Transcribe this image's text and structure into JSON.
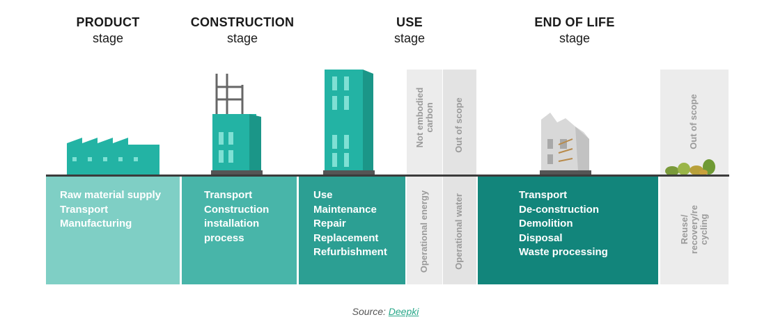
{
  "stages": [
    {
      "title": "PRODUCT",
      "subtitle": "stage"
    },
    {
      "title": "CONSTRUCTION",
      "subtitle": "stage"
    },
    {
      "title": "USE",
      "subtitle": "stage"
    },
    {
      "title": "END OF LIFE",
      "subtitle": "stage"
    }
  ],
  "boxes": {
    "product": [
      "Raw material supply",
      "Transport",
      "Manufacturing"
    ],
    "construction": [
      "Transport",
      "Construction",
      "installation",
      "process"
    ],
    "use": [
      "Use",
      "Maintenance",
      "Repair",
      "Replacement",
      "Refurbishment"
    ],
    "end_of_life": [
      "Transport",
      "De-construction",
      "Demolition",
      "Disposal",
      "Waste processing"
    ]
  },
  "vertical_labels": {
    "not_embodied": [
      "Not embodied",
      "carbon"
    ],
    "out_of_scope_use": "Out of scope",
    "operational_energy": "Operational  energy",
    "operational_water": "Operational  water",
    "out_of_scope_eol": "Out of scope",
    "reuse": [
      "Reuse/",
      "recovery/re",
      "cycling"
    ]
  },
  "source": {
    "prefix": "Source: ",
    "link": "Deepki"
  },
  "colors": {
    "product": "#7fcfc5",
    "construction": "#48b5a9",
    "use": "#2c9f93",
    "end_of_life": "#12857b",
    "building": "#23b3a4",
    "ground": "#3b3b3b",
    "grey_panel": "#ececec"
  }
}
